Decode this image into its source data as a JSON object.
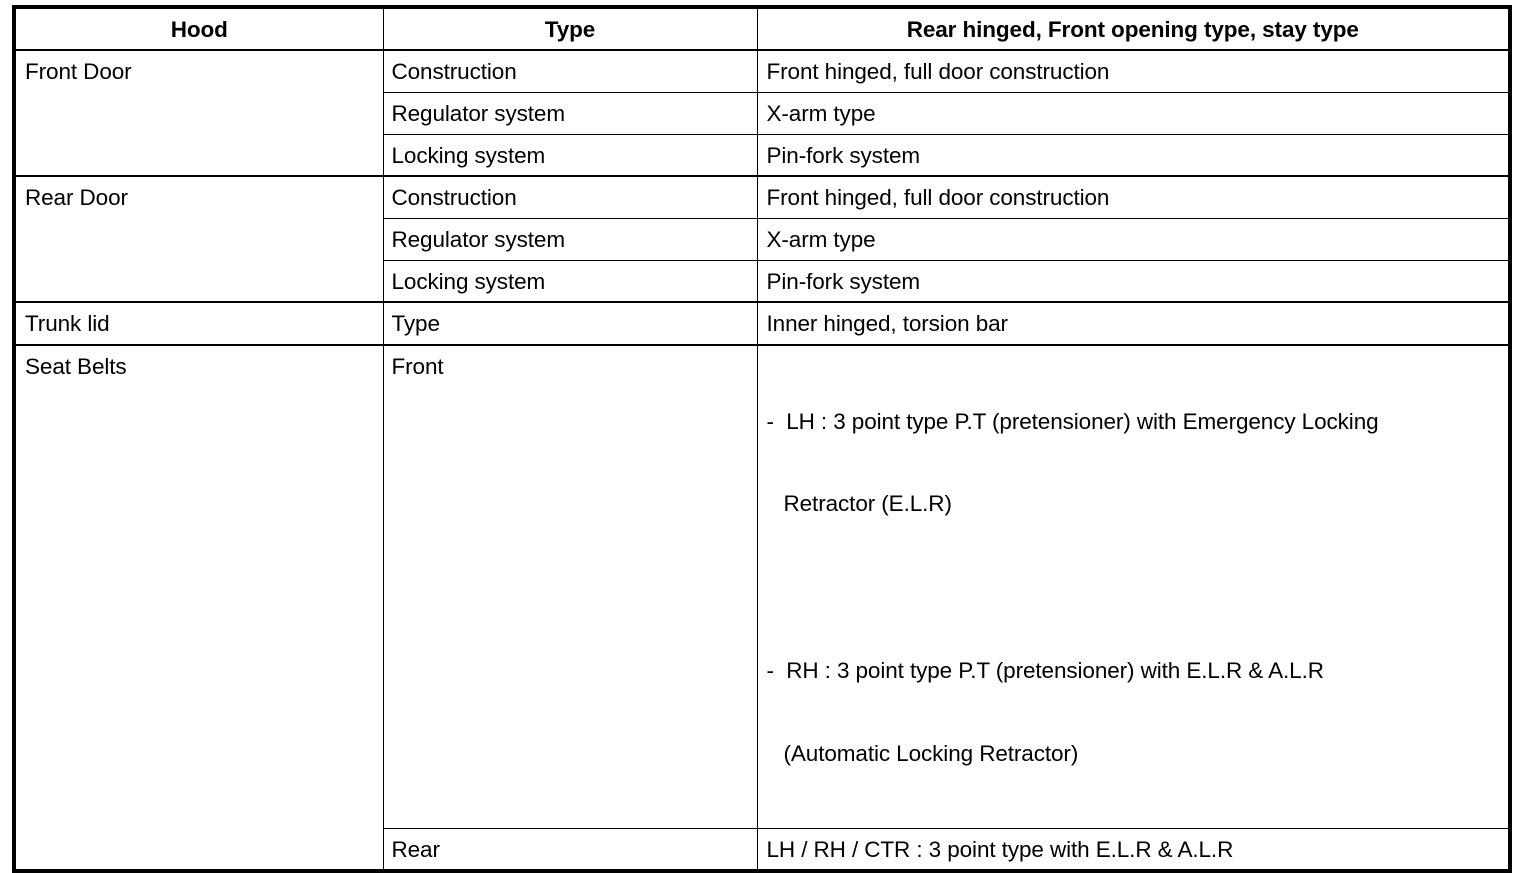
{
  "table": {
    "headers": {
      "col1": "Hood",
      "col2": "Type",
      "col3": "Rear hinged, Front opening type, stay type"
    },
    "groups": [
      {
        "name": "Front Door",
        "rows": [
          {
            "type": "Construction",
            "description": "Front hinged, full door construction"
          },
          {
            "type": "Regulator system",
            "description": "X-arm type"
          },
          {
            "type": "Locking system",
            "description": "Pin-fork system"
          }
        ]
      },
      {
        "name": "Rear Door",
        "rows": [
          {
            "type": "Construction",
            "description": "Front hinged, full door construction"
          },
          {
            "type": "Regulator system",
            "description": "X-arm type"
          },
          {
            "type": "Locking system",
            "description": "Pin-fork system"
          }
        ]
      },
      {
        "name": "Trunk lid",
        "rows": [
          {
            "type": "Type",
            "description": "Inner hinged, torsion bar"
          }
        ]
      },
      {
        "name": "Seat Belts",
        "rows": [
          {
            "type": "Front",
            "description_lines": {
              "line1": "-  LH : 3 point type P.T (pretensioner) with Emergency Locking",
              "line2": "Retractor (E.L.R)",
              "line3": "-  RH : 3 point type P.T (pretensioner) with E.L.R & A.L.R",
              "line4": "(Automatic Locking Retractor)"
            }
          },
          {
            "type": "Rear",
            "description": "LH / RH / CTR : 3 point type with E.L.R & A.L.R"
          }
        ]
      }
    ]
  }
}
